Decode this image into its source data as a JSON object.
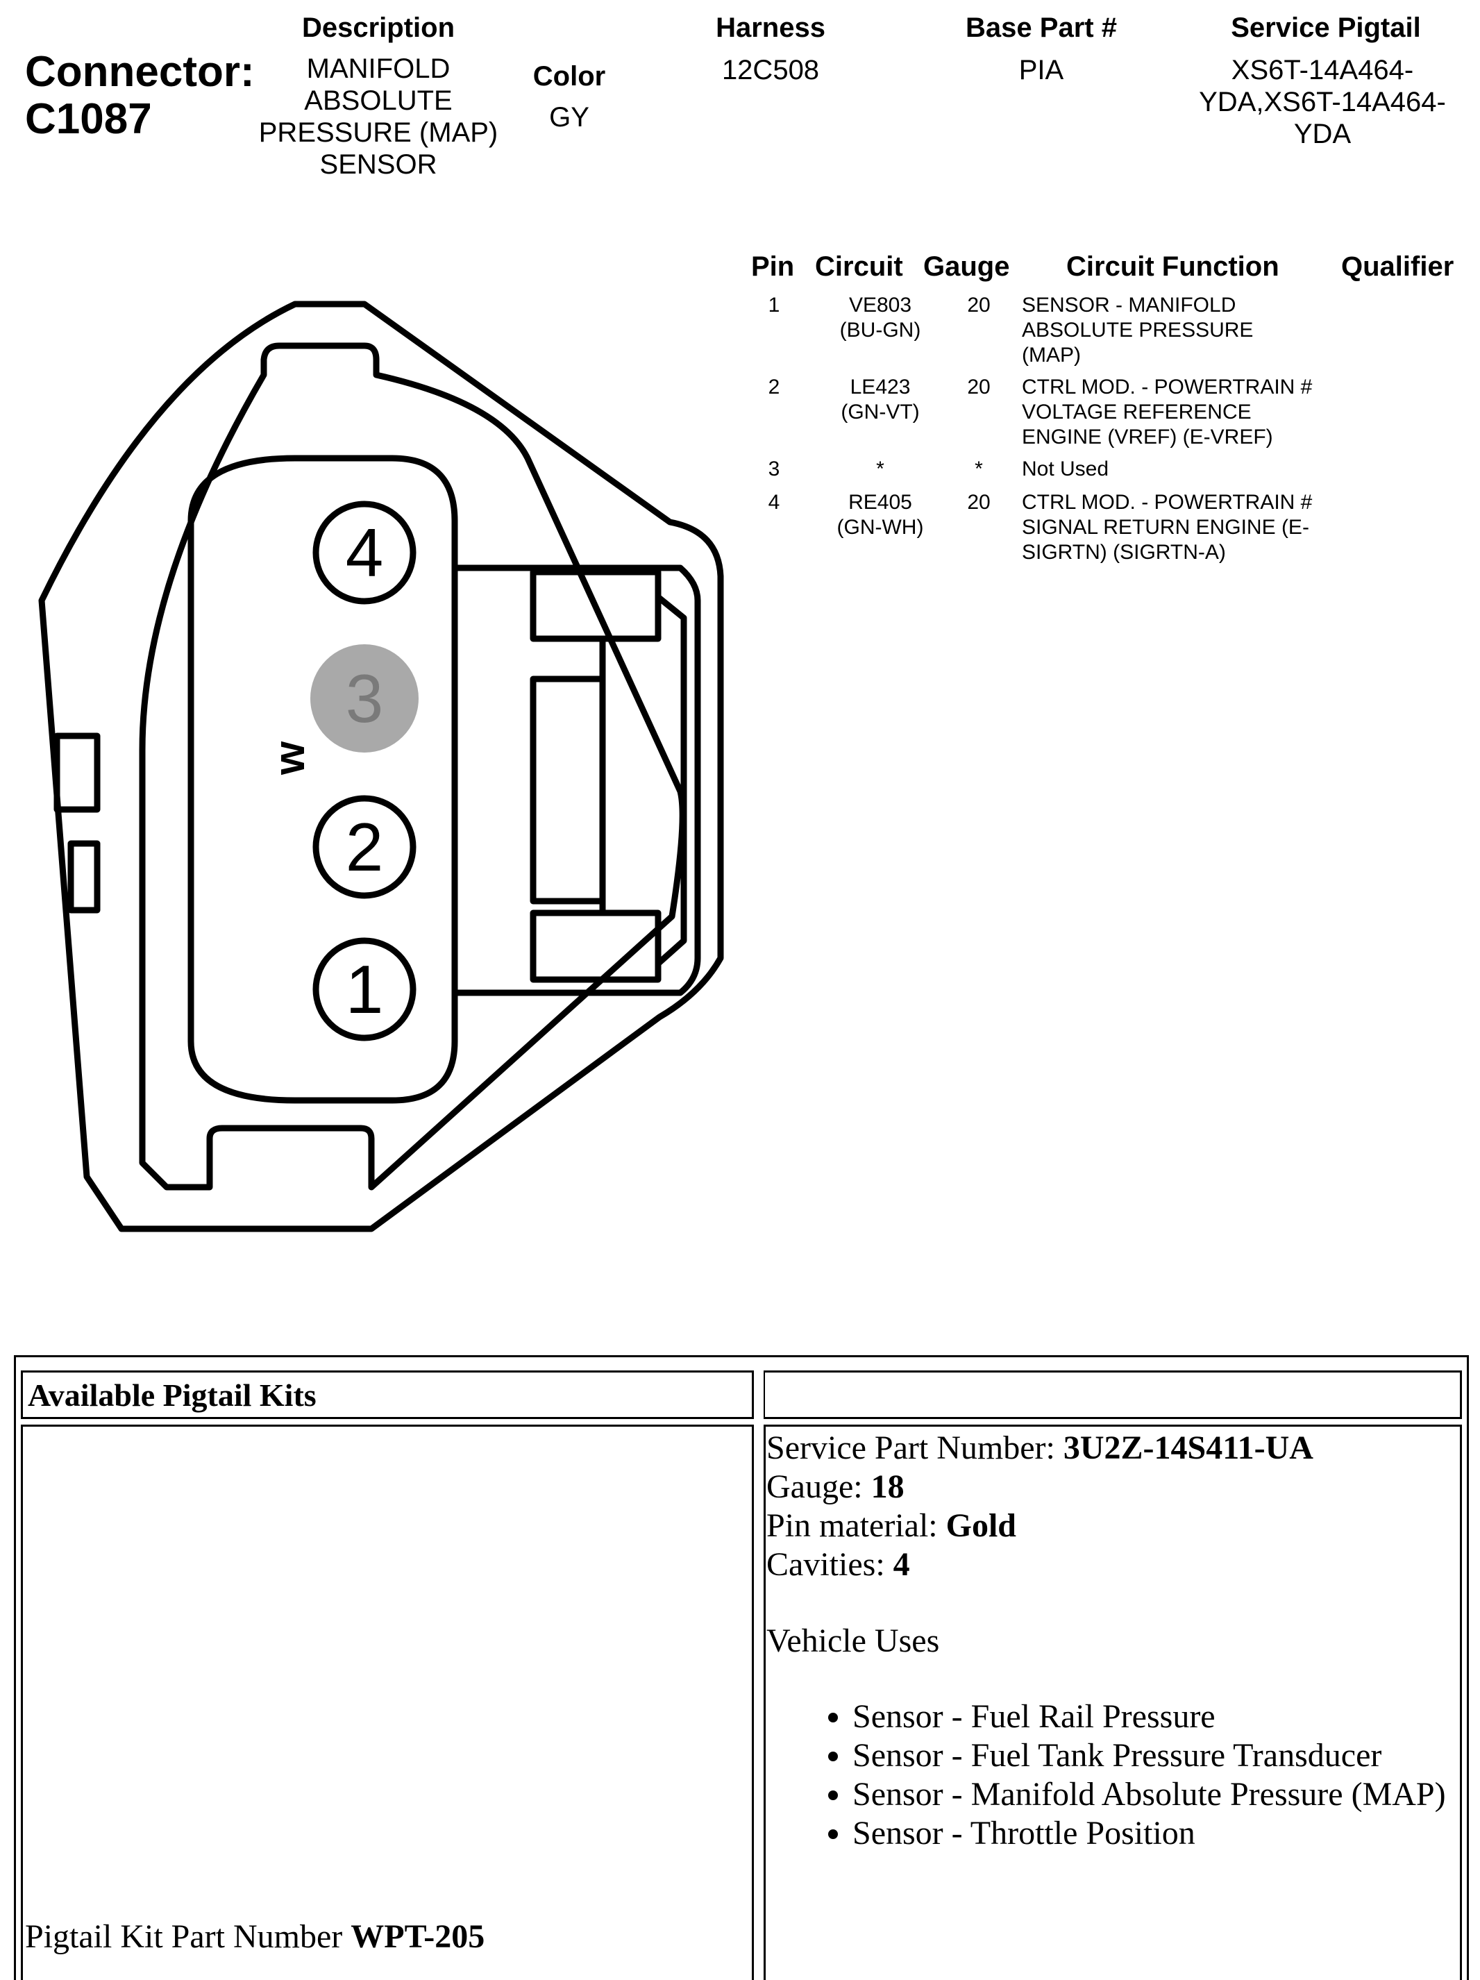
{
  "connector": {
    "label": "Connector:",
    "id": "C1087"
  },
  "header": {
    "description_label": "Description",
    "description_lines": [
      "MANIFOLD",
      "ABSOLUTE",
      "PRESSURE (MAP)",
      "SENSOR"
    ],
    "color_label": "Color",
    "color_value": "GY",
    "harness_label": "Harness",
    "harness_value": "12C508",
    "base_part_label": "Base Part #",
    "base_part_value": "PIA",
    "service_pigtail_label": "Service Pigtail",
    "service_pigtail_lines": [
      "XS6T-14A464-",
      "YDA,XS6T-14A464-",
      "YDA"
    ]
  },
  "pin_table": {
    "headers": {
      "pin": "Pin",
      "circuit": "Circuit",
      "gauge": "Gauge",
      "function": "Circuit Function",
      "qualifier": "Qualifier"
    },
    "rows": [
      {
        "pin": "1",
        "circuit": [
          "VE803",
          "(BU-GN)"
        ],
        "gauge": "20",
        "function": [
          "SENSOR - MANIFOLD",
          "ABSOLUTE PRESSURE",
          "(MAP)"
        ],
        "qualifier": ""
      },
      {
        "pin": "2",
        "circuit": [
          "LE423",
          "(GN-VT)"
        ],
        "gauge": "20",
        "function": [
          "CTRL MOD. - POWERTRAIN #",
          "VOLTAGE REFERENCE",
          "ENGINE (VREF) (E-VREF)"
        ],
        "qualifier": ""
      },
      {
        "pin": "3",
        "circuit": [
          "*"
        ],
        "gauge": "*",
        "function": [
          "Not Used"
        ],
        "qualifier": ""
      },
      {
        "pin": "4",
        "circuit": [
          "RE405",
          "(GN-WH)"
        ],
        "gauge": "20",
        "function": [
          "CTRL MOD. - POWERTRAIN #",
          "SIGNAL RETURN ENGINE (E-",
          "SIGRTN) (SIGRTN-A)"
        ],
        "qualifier": ""
      }
    ]
  },
  "diagram": {
    "cavity_labels": [
      "4",
      "3",
      "2",
      "1"
    ],
    "unused_cavity": "3",
    "orientation_mark": "w",
    "colors": {
      "line": "#000000",
      "unused_fill": "#a9a9a9",
      "unused_text": "#7a7a7a"
    }
  },
  "pigtail": {
    "section_title": "Available Pigtail Kits",
    "kit_label": "Pigtail Kit Part Number ",
    "kit_number": "WPT-205",
    "service_part_label": "Service Part Number: ",
    "service_part_value": "3U2Z-14S411-UA",
    "gauge_label": "Gauge: ",
    "gauge_value": "18",
    "pin_material_label": "Pin material: ",
    "pin_material_value": "Gold",
    "cavities_label": "Cavities: ",
    "cavities_value": "4",
    "vehicle_uses_label": "Vehicle Uses",
    "vehicle_uses": [
      "Sensor - Fuel Rail Pressure",
      "Sensor - Fuel Tank Pressure Transducer",
      "Sensor - Manifold Absolute Pressure (MAP)",
      "Sensor - Throttle Position"
    ]
  }
}
